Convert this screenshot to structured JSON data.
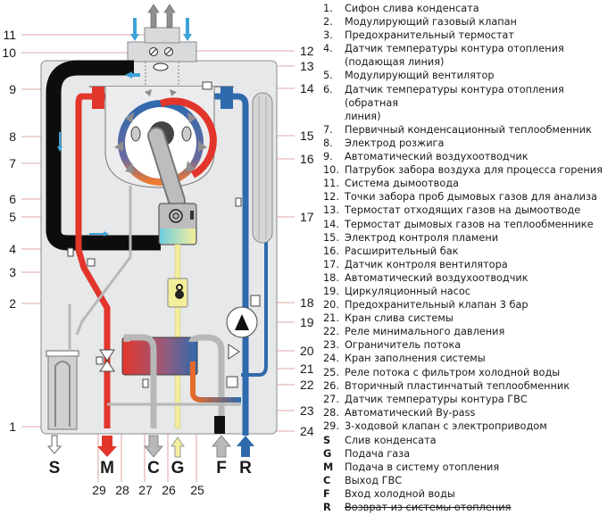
{
  "title": "Схема газового конденсационного котла",
  "colors": {
    "hot": "#e2352b",
    "cold": "#2f6aad",
    "flue": "#0d0d0d",
    "gas": "#f2ee9a",
    "dhw": "#b8b8b8",
    "panel": "#e7e8ea",
    "air_arrow": "#3da3d8",
    "leader": "#d98a8a"
  },
  "callouts_left": [
    "11",
    "10",
    "9",
    "8",
    "7",
    "6",
    "5",
    "4",
    "3",
    "2",
    "1"
  ],
  "callouts_right": [
    "12",
    "13",
    "14",
    "15",
    "16",
    "17",
    "18",
    "19",
    "20",
    "21",
    "22",
    "23",
    "24"
  ],
  "callouts_bottom": [
    "29",
    "28",
    "27",
    "26",
    "25"
  ],
  "port_letters": [
    "S",
    "M",
    "C",
    "G",
    "F",
    "R"
  ],
  "legend": [
    {
      "num": "1.",
      "text": "Сифон слива конденсата"
    },
    {
      "num": "2.",
      "text": "Модулирующий газовый клапан"
    },
    {
      "num": "3.",
      "text": "Предохранительный термостат"
    },
    {
      "num": "4.",
      "text": "Датчик температуры контура отопления\n(подающая линия)"
    },
    {
      "num": "5.",
      "text": "Модулирующий вентилятор"
    },
    {
      "num": "6.",
      "text": "Датчик температуры контура отопления (обратная\nлиния)"
    },
    {
      "num": "7.",
      "text": "Первичный конденсационный теплообменник"
    },
    {
      "num": "8.",
      "text": "Электрод розжига"
    },
    {
      "num": "9.",
      "text": "Автоматический воздухоотводчик"
    },
    {
      "num": "10.",
      "text": "Патрубок забора воздуха для процесса горения"
    },
    {
      "num": "11.",
      "text": "Система дымоотвода"
    },
    {
      "num": "12.",
      "text": "Точки забора проб дымовых газов для анализа"
    },
    {
      "num": "13.",
      "text": "Термостат отходящих газов на дымоотводе"
    },
    {
      "num": "14.",
      "text": "Термостат дымовых газов на теплообменнике"
    },
    {
      "num": "15.",
      "text": "Электрод контроля пламени"
    },
    {
      "num": "16.",
      "text": "Расширительный бак"
    },
    {
      "num": "17.",
      "text": "Датчик контроля вентилятора"
    },
    {
      "num": "18.",
      "text": "Автоматический воздухоотводчик"
    },
    {
      "num": "19.",
      "text": "Циркуляционный насос"
    },
    {
      "num": "20.",
      "text": "Предохранительный клапан 3 бар"
    },
    {
      "num": "21.",
      "text": "Кран слива системы"
    },
    {
      "num": "22.",
      "text": "Реле минимального давления"
    },
    {
      "num": "23.",
      "text": "Ограничитель потока"
    },
    {
      "num": "24.",
      "text": "Кран заполнения системы"
    },
    {
      "num": "25.",
      "text": "Реле потока с фильтром холодной воды"
    },
    {
      "num": "26.",
      "text": "Вторичный пластинчатый теплообменник"
    },
    {
      "num": "27.",
      "text": "Датчик температуры контура ГВС"
    },
    {
      "num": "28.",
      "text": "Автоматический By-pass"
    },
    {
      "num": "29.",
      "text": "3-ходовой клапан с электроприводом"
    }
  ],
  "ports": [
    {
      "key": "S",
      "text": "Слив конденсата",
      "struck": false
    },
    {
      "key": "G",
      "text": "Подача газа",
      "struck": false
    },
    {
      "key": "M",
      "text": "Подача в систему отопления",
      "struck": false
    },
    {
      "key": "C",
      "text": "Выход ГВС",
      "struck": false
    },
    {
      "key": "F",
      "text": "Вход холодной воды",
      "struck": false
    },
    {
      "key": "R",
      "text": "Возврат из системы отопления",
      "struck": true
    }
  ]
}
